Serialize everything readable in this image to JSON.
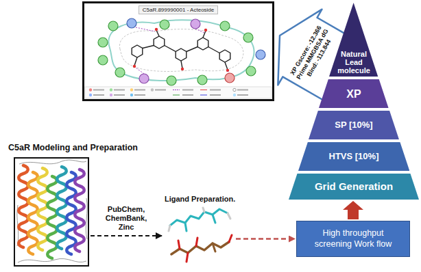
{
  "diagram": {
    "nodes": [
      {
        "text": [
          "C5aR.899990001 - Acteoside"
        ]
      },
      {
        "text": [
          "Natural Lead molecule"
        ]
      },
      {
        "text": [
          "XP"
        ]
      },
      {
        "text": [
          "SP [10%]"
        ]
      },
      {
        "text": [
          "HTVS [10%]"
        ]
      },
      {
        "text": [
          "Grid Generation"
        ]
      },
      {
        "text": [
          "C5aR Modeling and Preparation"
        ]
      },
      {
        "text": [
          "Ligand Preparation."
        ]
      },
      {
        "text": [
          "High throughput screening Work flow"
        ]
      }
    ],
    "edges": [
      {
        "from": 6,
        "to": 7,
        "label": "PubChem, ChemBank, Zinc",
        "arrow": "to"
      },
      {
        "from": 7,
        "to": 8,
        "arrow": "to"
      },
      {
        "from": 8,
        "to": 5,
        "arrow": "to"
      },
      {
        "from": 1,
        "to": 0,
        "label": "XP Gscore: -12.366 Prime MMGBSA dG Bind: -113.844",
        "arrow": "to"
      }
    ]
  }
}
